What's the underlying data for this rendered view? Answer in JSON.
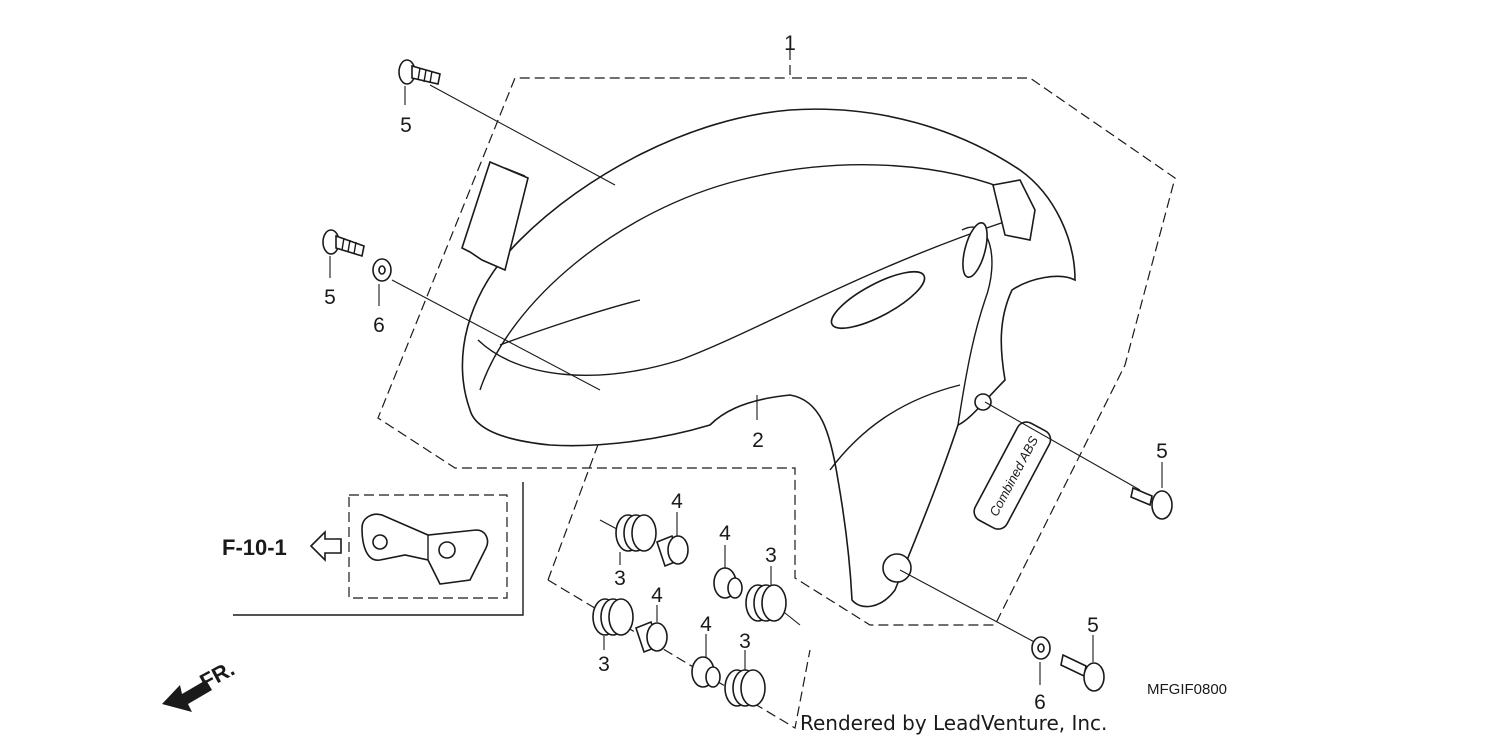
{
  "callouts": {
    "fender_assy": "1",
    "fender_b": "2",
    "rubber_upper_left": "3",
    "rubber_mid": "3",
    "rubber_lower_left": "3",
    "rubber_lower_mid": "3",
    "collar_upper_left": "4",
    "collar_mid": "4",
    "collar_lower_left": "4",
    "collar_lower_mid": "4",
    "bolt_top": "5",
    "bolt_left": "5",
    "bolt_right": "5",
    "bolt_bottom_right": "5",
    "washer_left": "6",
    "washer_bottom_right": "6"
  },
  "reference": "F-10-1",
  "front_marker": "FR.",
  "diagram_code": "MFGIF0800",
  "decal_text": "Combined ABS",
  "credit": "Rendered by LeadVenture, Inc."
}
